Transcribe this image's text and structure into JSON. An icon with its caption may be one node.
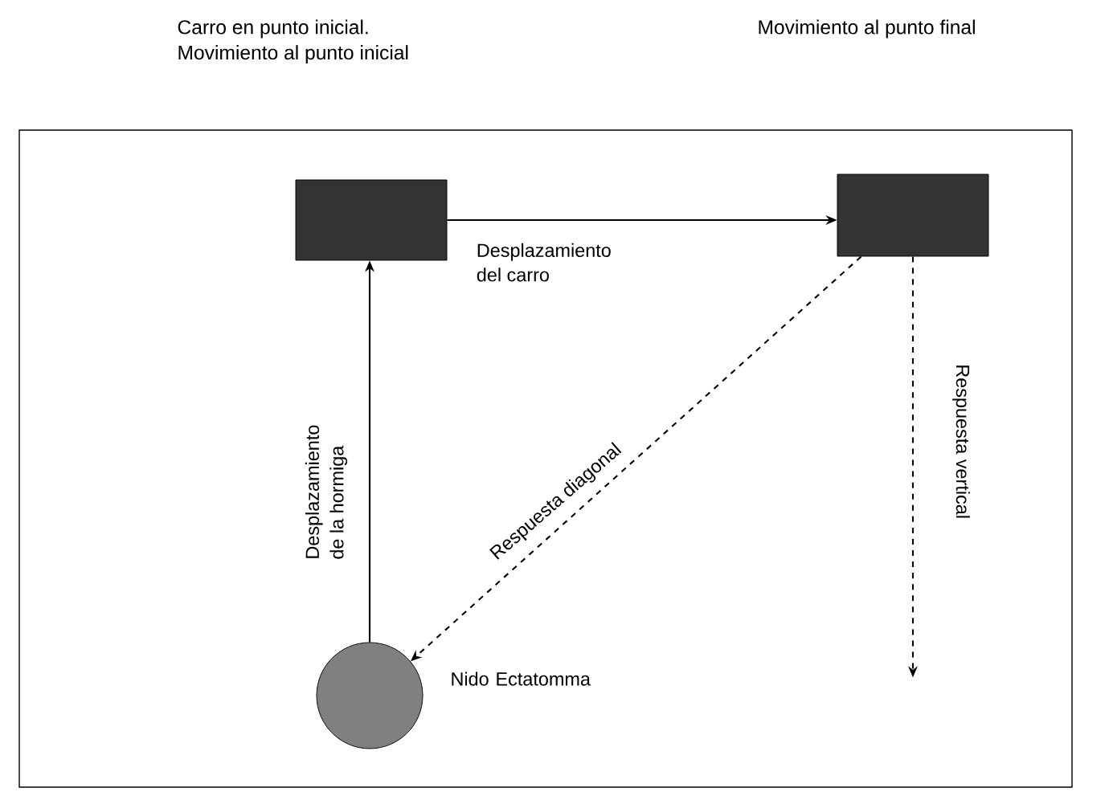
{
  "diagram": {
    "nodes": [
      {
        "text": [],
        "shape": "box"
      },
      {
        "text": [],
        "shape": "box"
      },
      {
        "text": [],
        "shape": "circle",
        "beside": [
          "Nido Ectatomma"
        ]
      }
    ],
    "edges": [
      {
        "from": 0,
        "to": 1,
        "arrow": "to",
        "label": "Desplazamiento del carro"
      },
      {
        "from": 2,
        "to": 0,
        "arrow": "to",
        "label": "Desplazamiento de la hormiga"
      },
      {
        "from": 1,
        "to": 2,
        "arrow": "to",
        "style": "dashed",
        "label": "Respuesta diagonal"
      },
      {
        "from": 1,
        "to": null,
        "arrow": "to",
        "style": "dashed",
        "label": "Respuesta vertical"
      }
    ],
    "labels": [
      "Carro en punto inicial. Movimiento al punto inicial",
      "Movimiento al punto final"
    ]
  }
}
